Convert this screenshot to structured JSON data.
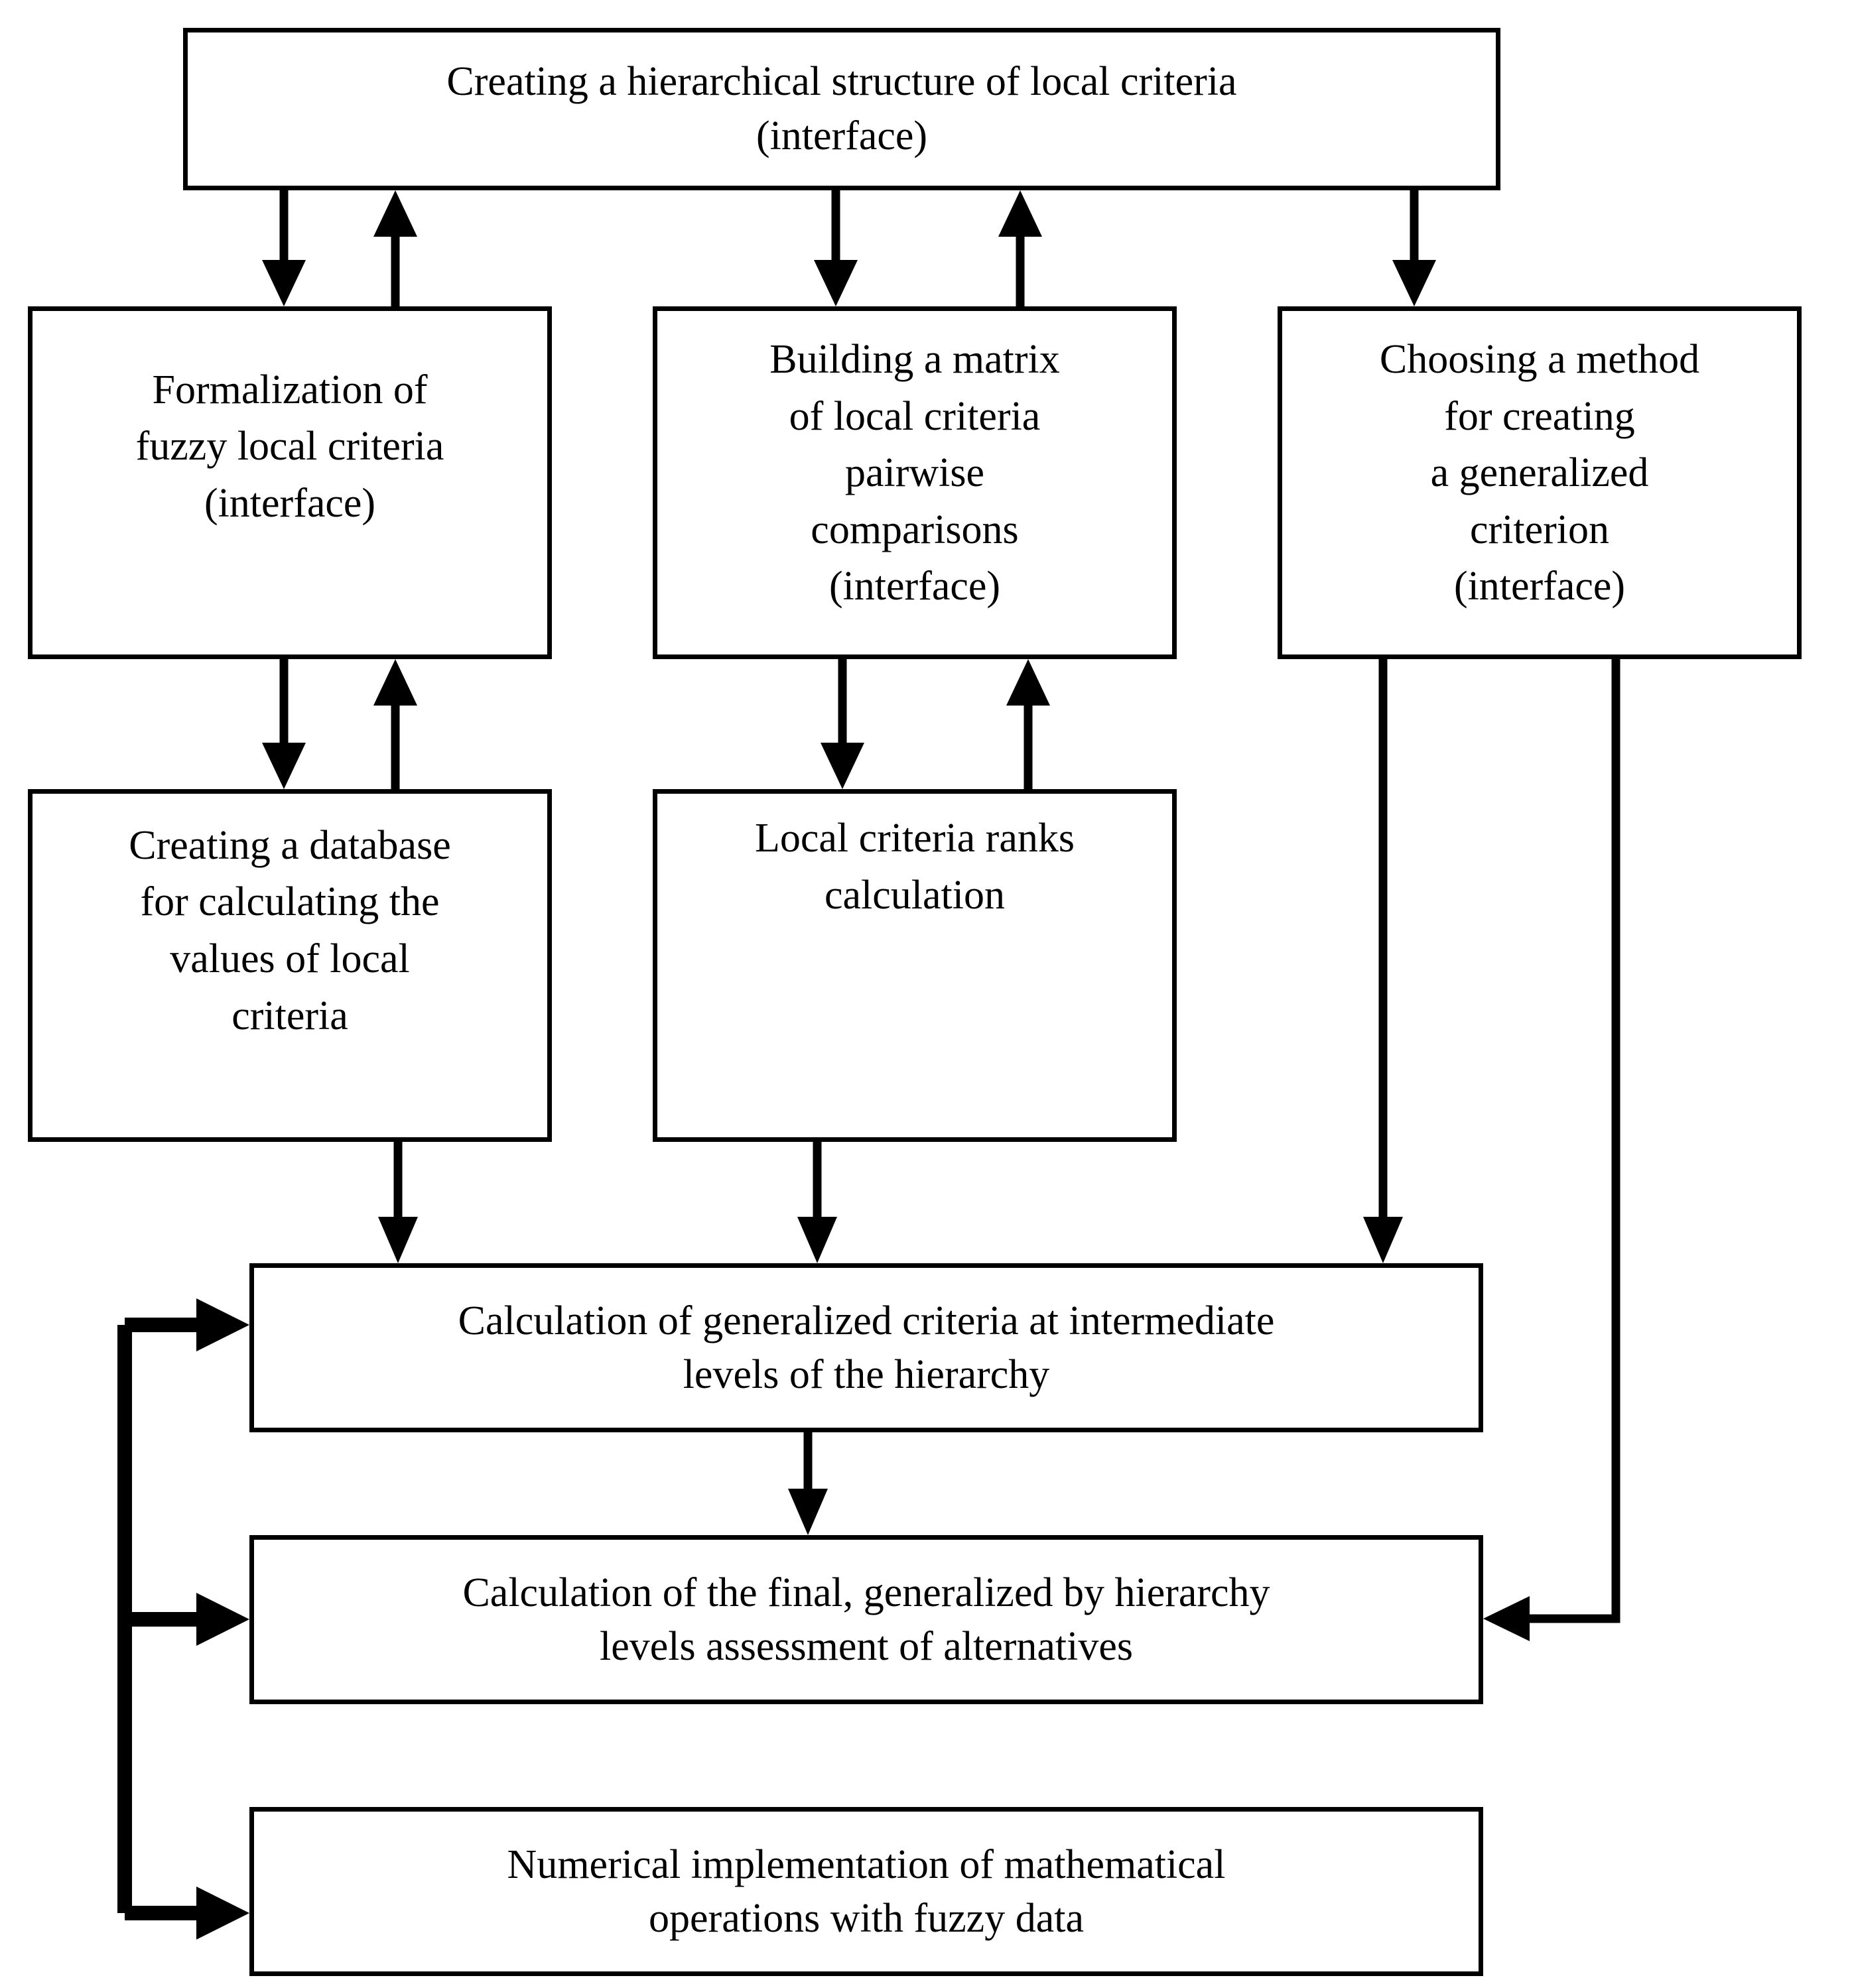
{
  "diagram": {
    "type": "flowchart",
    "orientation": "top-down",
    "background_color": "#ffffff",
    "line_color": "#000000",
    "text_color": "#000000",
    "nodes": {
      "root": "Creating a hierarchical structure of local criteria\n(interface)",
      "formalization": "Formalization of\nfuzzy local criteria\n(interface)",
      "matrix": "Building a matrix\nof local criteria\npairwise\ncomparisons\n(interface)",
      "method": "Choosing a method\nfor creating\na generalized\ncriterion\n(interface)",
      "database": "Creating a database\nfor calculating the\nvalues of local\ncriteria",
      "ranks": "Local criteria ranks\ncalculation",
      "calc_intermediate": "Calculation of generalized  criteria at intermediate\nlevels of the hierarchy",
      "calc_final": "Calculation of the final, generalized by hierarchy\nlevels  assessment of  alternatives",
      "numerical": "Numerical implementation of mathematical\noperations with fuzzy data"
    },
    "edges": [
      {
        "from": "root",
        "to": "formalization",
        "direction": "down"
      },
      {
        "from": "formalization",
        "to": "root",
        "direction": "up"
      },
      {
        "from": "root",
        "to": "matrix",
        "direction": "down"
      },
      {
        "from": "matrix",
        "to": "root",
        "direction": "up"
      },
      {
        "from": "root",
        "to": "method",
        "direction": "down"
      },
      {
        "from": "formalization",
        "to": "database",
        "direction": "down"
      },
      {
        "from": "database",
        "to": "formalization",
        "direction": "up"
      },
      {
        "from": "matrix",
        "to": "ranks",
        "direction": "down"
      },
      {
        "from": "ranks",
        "to": "matrix",
        "direction": "up"
      },
      {
        "from": "database",
        "to": "calc_intermediate",
        "direction": "down"
      },
      {
        "from": "ranks",
        "to": "calc_intermediate",
        "direction": "down"
      },
      {
        "from": "method",
        "to": "calc_intermediate",
        "direction": "down"
      },
      {
        "from": "method",
        "to": "calc_final",
        "direction": "down-left"
      },
      {
        "from": "calc_intermediate",
        "to": "calc_final",
        "direction": "down"
      },
      {
        "from": "feedback-bus",
        "to": "calc_intermediate",
        "direction": "right"
      },
      {
        "from": "feedback-bus",
        "to": "calc_final",
        "direction": "right"
      },
      {
        "from": "feedback-bus",
        "to": "numerical",
        "direction": "right"
      }
    ]
  }
}
